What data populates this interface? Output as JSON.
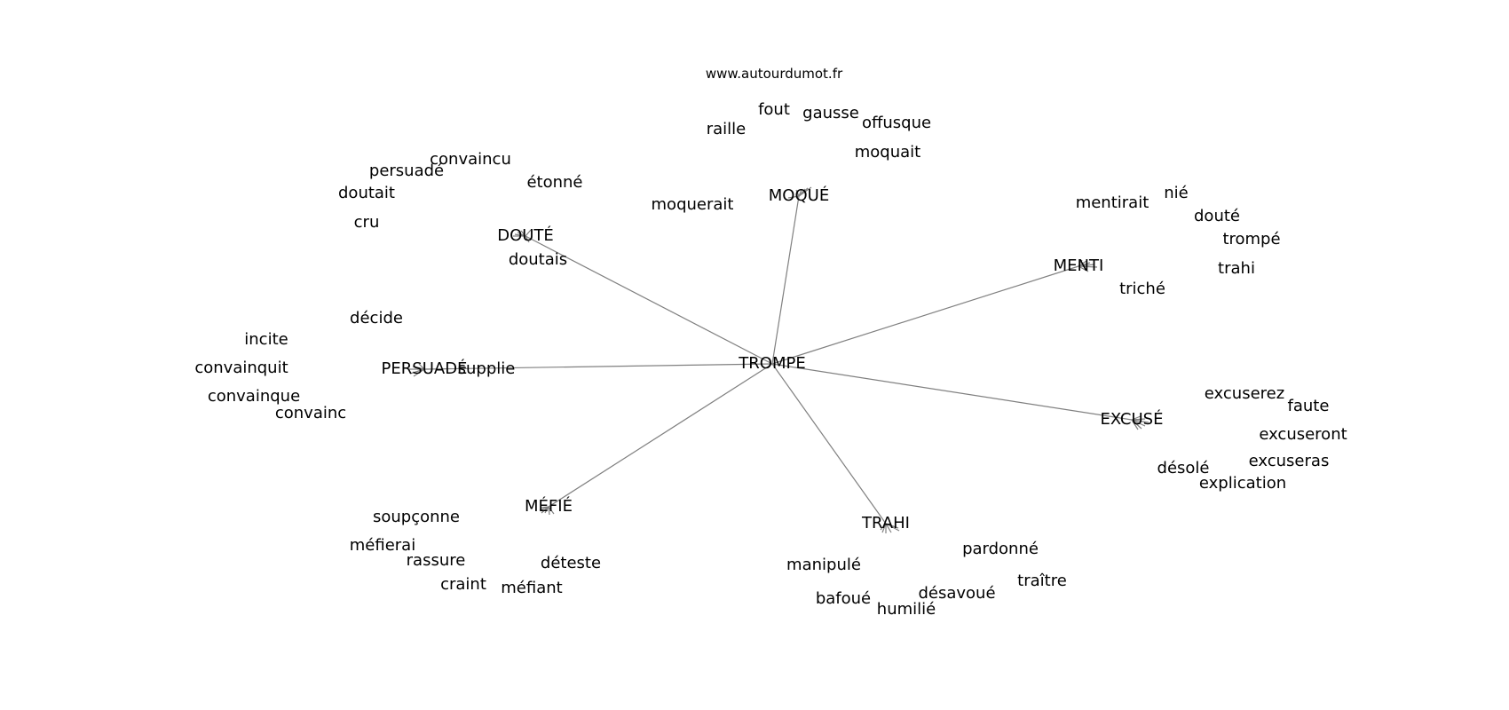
{
  "site": "www.autourdumot.fr",
  "center": "TROMPE",
  "clusters": [
    {
      "hub": "MOQUÉ",
      "words": [
        "raille",
        "fout",
        "gausse",
        "offusque",
        "moquait",
        "moquerait"
      ]
    },
    {
      "hub": "DOUTÉ",
      "words": [
        "convaincu",
        "persuadé",
        "doutait",
        "cru",
        "étonné",
        "doutais"
      ]
    },
    {
      "hub": "MENTI",
      "words": [
        "mentirait",
        "nié",
        "douté",
        "trompé",
        "trahi",
        "triché"
      ]
    },
    {
      "hub": "PERSUADÉ",
      "words": [
        "décide",
        "incite",
        "convainquit",
        "convainque",
        "convainc",
        "supplie"
      ]
    },
    {
      "hub": "EXCUSÉ",
      "words": [
        "excuserez",
        "faute",
        "excuseront",
        "excuseras",
        "désolé",
        "explication"
      ]
    },
    {
      "hub": "MÉFIÉ",
      "words": [
        "soupçonne",
        "méfierai",
        "rassure",
        "craint",
        "méfiant",
        "déteste"
      ]
    },
    {
      "hub": "TRAHI",
      "words": [
        "pardonné",
        "traître",
        "manipulé",
        "bafoué",
        "humilié",
        "désavoué"
      ]
    }
  ]
}
